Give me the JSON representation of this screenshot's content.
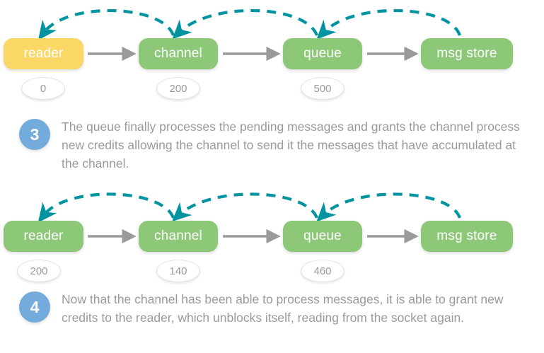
{
  "colors": {
    "green": "#8cc878",
    "yellow": "#fbd766",
    "teal_arc": "#0093a0",
    "gray_arrow": "#9a9a9a",
    "step_circle_blue": "#72abdc",
    "body_text_gray": "#9a9a9a",
    "background": "#ffffff"
  },
  "diagrams": [
    {
      "id": "diagram-state-3",
      "nodes": [
        {
          "label": "reader",
          "color": "yellow",
          "badge": "0"
        },
        {
          "label": "channel",
          "color": "green",
          "badge": "200"
        },
        {
          "label": "queue",
          "color": "green",
          "badge": "500"
        },
        {
          "label": "msg store",
          "color": "green",
          "badge": null
        }
      ],
      "flow_arrows": [
        {
          "from": "reader",
          "to": "channel"
        },
        {
          "from": "channel",
          "to": "queue"
        },
        {
          "from": "queue",
          "to": "msg store"
        }
      ],
      "credit_arcs": [
        {
          "from": "channel",
          "to": "reader"
        },
        {
          "from": "queue",
          "to": "channel"
        },
        {
          "from": "msg store",
          "to": "queue"
        }
      ]
    },
    {
      "id": "diagram-state-4",
      "nodes": [
        {
          "label": "reader",
          "color": "green",
          "badge": "200"
        },
        {
          "label": "channel",
          "color": "green",
          "badge": "140"
        },
        {
          "label": "queue",
          "color": "green",
          "badge": "460"
        },
        {
          "label": "msg store",
          "color": "green",
          "badge": null
        }
      ],
      "flow_arrows": [
        {
          "from": "reader",
          "to": "channel"
        },
        {
          "from": "channel",
          "to": "queue"
        },
        {
          "from": "queue",
          "to": "msg store"
        }
      ],
      "credit_arcs": [
        {
          "from": "channel",
          "to": "reader"
        },
        {
          "from": "queue",
          "to": "channel"
        },
        {
          "from": "msg store",
          "to": "queue"
        }
      ]
    }
  ],
  "steps": [
    {
      "number": "3",
      "text": "The queue finally processes the pending messages and grants the channel process new credits allowing the channel to send it the messages that have accumulated at the channel."
    },
    {
      "number": "4",
      "text": "Now that the channel has been able to process messages, it is able to grant new credits to the reader, which unblocks itself, reading from the socket again."
    }
  ]
}
